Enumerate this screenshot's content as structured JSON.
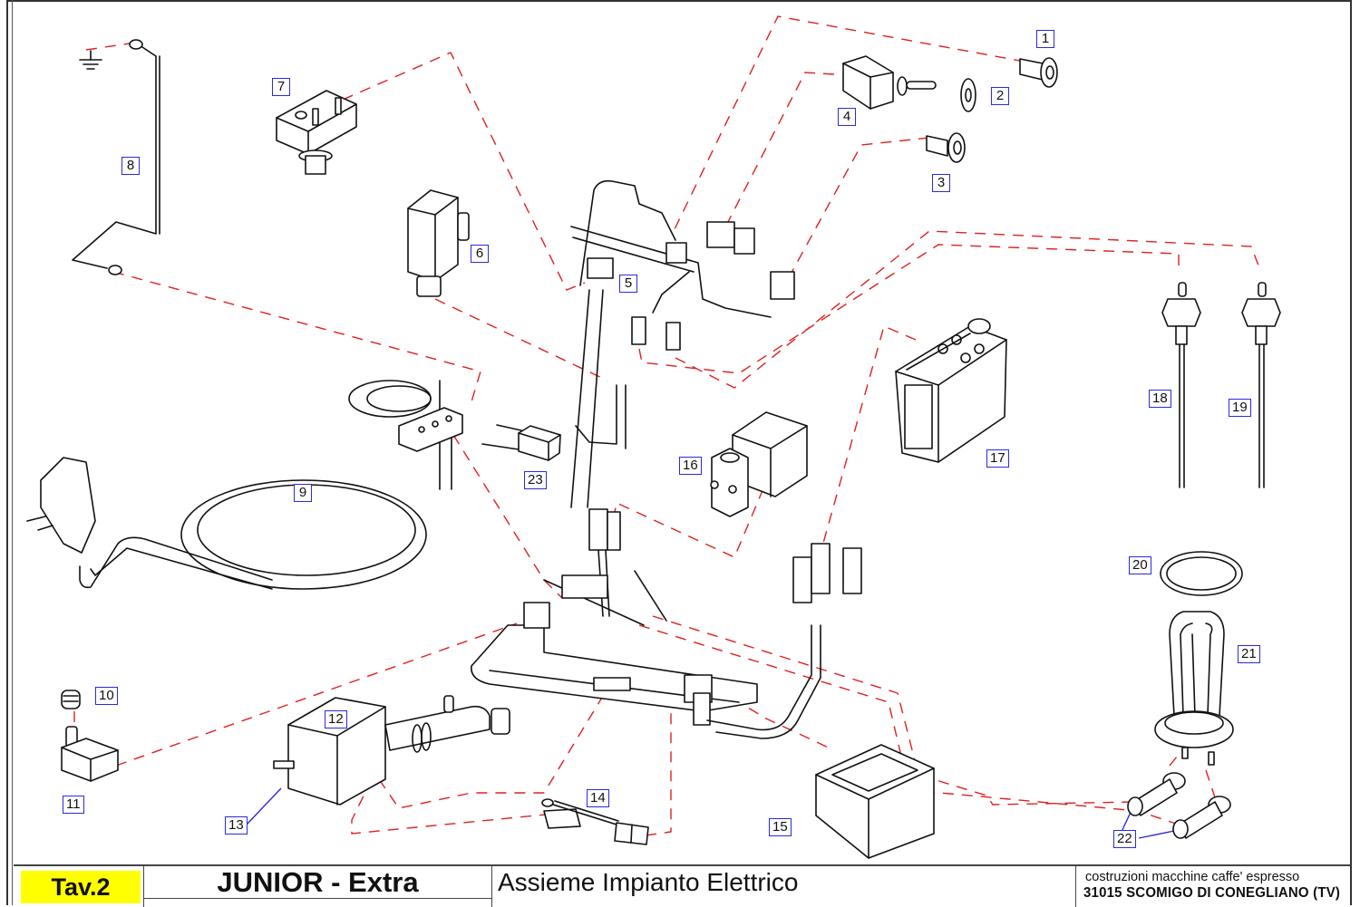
{
  "drawing": {
    "line_color": "#111111",
    "leader_color": "#e02020",
    "callout_border_color": "#2a2ae0",
    "callouts": [
      {
        "id": "1",
        "label": "1",
        "part": "indicator-lamp-holder"
      },
      {
        "id": "2",
        "label": "2",
        "part": "switch-nut-washer"
      },
      {
        "id": "3",
        "label": "3",
        "part": "indicator-lamp"
      },
      {
        "id": "4",
        "label": "4",
        "part": "toggle-switch"
      },
      {
        "id": "5",
        "label": "5",
        "part": "wiring-harness"
      },
      {
        "id": "6",
        "label": "6",
        "part": "solenoid-coil"
      },
      {
        "id": "7",
        "label": "7",
        "part": "pressure-switch"
      },
      {
        "id": "8",
        "label": "8",
        "part": "ground-wire"
      },
      {
        "id": "9",
        "label": "9",
        "part": "power-cord"
      },
      {
        "id": "10",
        "label": "10",
        "part": "spring"
      },
      {
        "id": "11",
        "label": "11",
        "part": "micro-switch"
      },
      {
        "id": "12",
        "label": "12",
        "part": "vibration-pump"
      },
      {
        "id": "13",
        "label": "13",
        "part": "pump-clip"
      },
      {
        "id": "14",
        "label": "14",
        "part": "thermal-fuse"
      },
      {
        "id": "15",
        "label": "15",
        "part": "control-box"
      },
      {
        "id": "16",
        "label": "16",
        "part": "solenoid-valve"
      },
      {
        "id": "17",
        "label": "17",
        "part": "level-control-unit"
      },
      {
        "id": "18",
        "label": "18",
        "part": "level-probe"
      },
      {
        "id": "19",
        "label": "19",
        "part": "level-probe"
      },
      {
        "id": "20",
        "label": "20",
        "part": "gasket"
      },
      {
        "id": "21",
        "label": "21",
        "part": "heating-element"
      },
      {
        "id": "22",
        "label": "22",
        "part": "eyelet-terminals"
      },
      {
        "id": "23",
        "label": "23",
        "part": "capacitor"
      }
    ]
  },
  "title_block": {
    "sheet": "Tav.2",
    "model": "JUNIOR - Extra",
    "description": "Assieme Impianto Elettrico",
    "company_line1": "costruzioni macchine caffe' espresso",
    "company_line2": "31015 SCOMIGO DI CONEGLIANO (TV)",
    "sheet_bg": "#ffff00"
  }
}
